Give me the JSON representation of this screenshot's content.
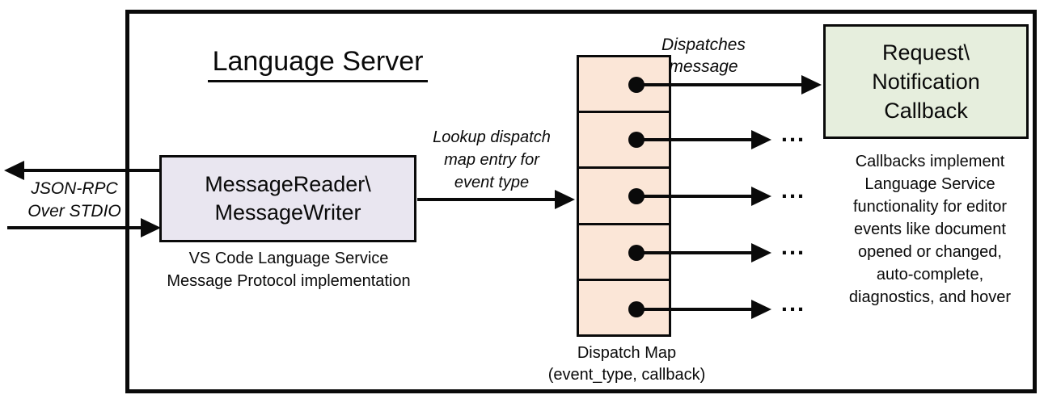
{
  "diagram": {
    "title": "Language Server"
  },
  "colors": {
    "line": "#0a0a0a",
    "message_box_fill": "#e9e6f0",
    "dispatch_map_fill": "#fbe6d7",
    "callback_box_fill": "#e6eedd"
  },
  "stdio_label": {
    "lines": [
      "JSON-RPC",
      "Over STDIO"
    ]
  },
  "message_box": {
    "lines": [
      "MessageReader\\",
      "MessageWriter"
    ],
    "caption_lines": [
      "VS Code Language Service",
      "Message Protocol implementation"
    ]
  },
  "lookup_label": {
    "lines": [
      "Lookup dispatch",
      "map entry for",
      "event type"
    ]
  },
  "dispatches_label": {
    "lines": [
      "Dispatches",
      "message"
    ]
  },
  "dispatch_map": {
    "cell_count": 5,
    "ellipsis": "...",
    "caption_lines": [
      "Dispatch Map",
      "(event_type, callback)"
    ]
  },
  "callback_box": {
    "lines": [
      "Request\\",
      "Notification",
      "Callback"
    ]
  },
  "callbacks_note": {
    "lines": [
      "Callbacks implement",
      "Language Service",
      "functionality for editor",
      "events like document",
      "opened or changed,",
      "auto-complete,",
      "diagnostics, and hover"
    ]
  }
}
